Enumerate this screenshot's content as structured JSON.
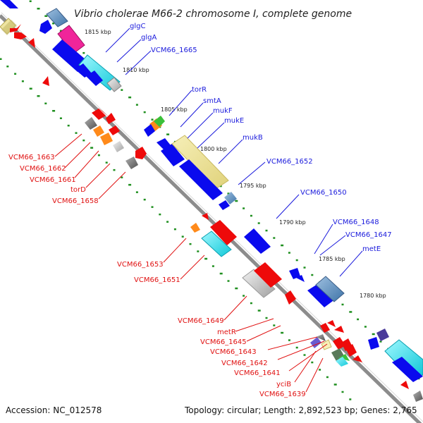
{
  "title": "Vibrio cholerae M66-2 chromosome I, complete genome",
  "footer": {
    "accession": "Accession: NC_012578",
    "summary": "Topology: circular; Length: 2,892,523 bp; Genes: 2,765"
  },
  "kbp_labels": [
    "1815 kbp",
    "1810 kbp",
    "1805 kbp",
    "1800 kbp",
    "1795 kbp",
    "1790 kbp",
    "1785 kbp",
    "1780 kbp"
  ],
  "forward_genes": [
    "glgC",
    "glgA",
    "VCM66_1665",
    "torR",
    "smtA",
    "mukF",
    "mukE",
    "mukB",
    "VCM66_1652",
    "VCM66_1650",
    "VCM66_1648",
    "VCM66_1647",
    "metE"
  ],
  "reverse_genes": [
    "VCM66_1663",
    "VCM66_1662",
    "VCM66_1661",
    "torD",
    "VCM66_1658",
    "VCM66_1653",
    "VCM66_1651",
    "VCM66_1649",
    "metR",
    "VCM66_1645",
    "VCM66_1643",
    "VCM66_1642",
    "VCM66_1641",
    "yciB",
    "VCM66_1639"
  ],
  "colors": {
    "forward_label": "#1a1adc",
    "reverse_label": "#e01010",
    "forward_cds": "#0a0aee",
    "reverse_cds": "#ee0a0a",
    "backbone": "#8c8c8c",
    "gc_ticks": "#1f8f1f"
  }
}
